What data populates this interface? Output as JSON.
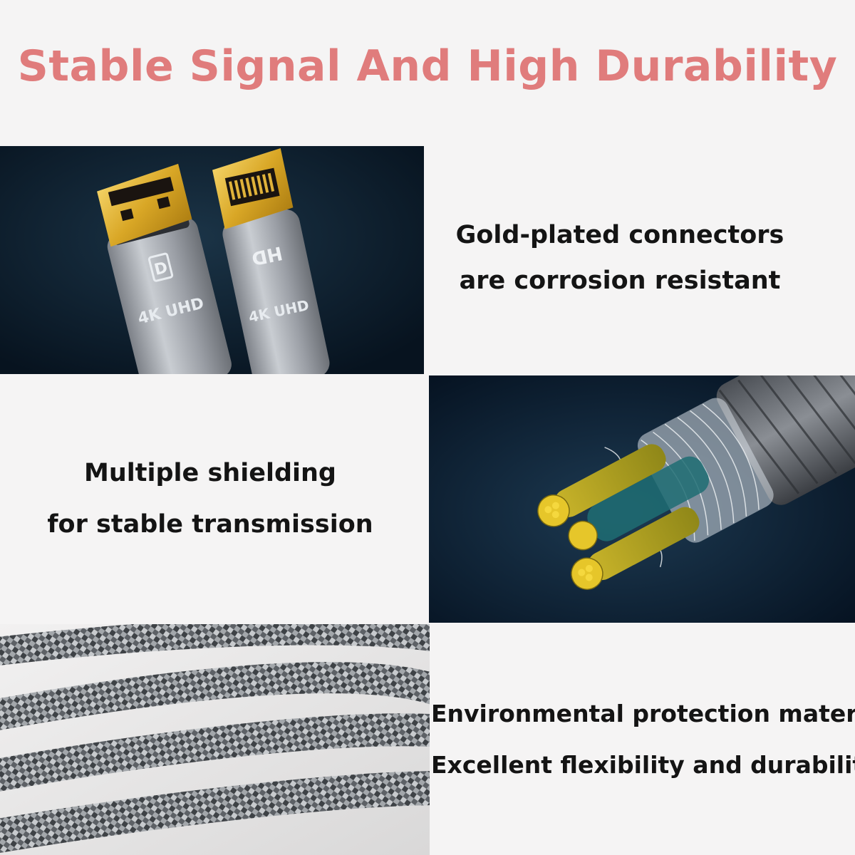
{
  "header": {
    "title": "Stable Signal And High Durability",
    "title_color": "#e07c7c"
  },
  "features": [
    {
      "line1": "Gold-plated connectors",
      "line2": "are corrosion resistant"
    },
    {
      "line1": "Multiple shielding",
      "line2": "for stable transmission"
    },
    {
      "line1": "Environmental protection material",
      "line2": "Excellent flexibility and durability"
    }
  ],
  "images": {
    "connectors": {
      "dp_badge": "D",
      "dp_label": "4K UHD",
      "hd_badge": "HD",
      "hd_label": "4K UHD"
    },
    "cutaway": {},
    "braided": {}
  },
  "colors": {
    "background": "#f5f4f4",
    "panel_dark": "#0b1c2c",
    "gold": "#e3b93a",
    "aluminum": "#a9adb3"
  }
}
